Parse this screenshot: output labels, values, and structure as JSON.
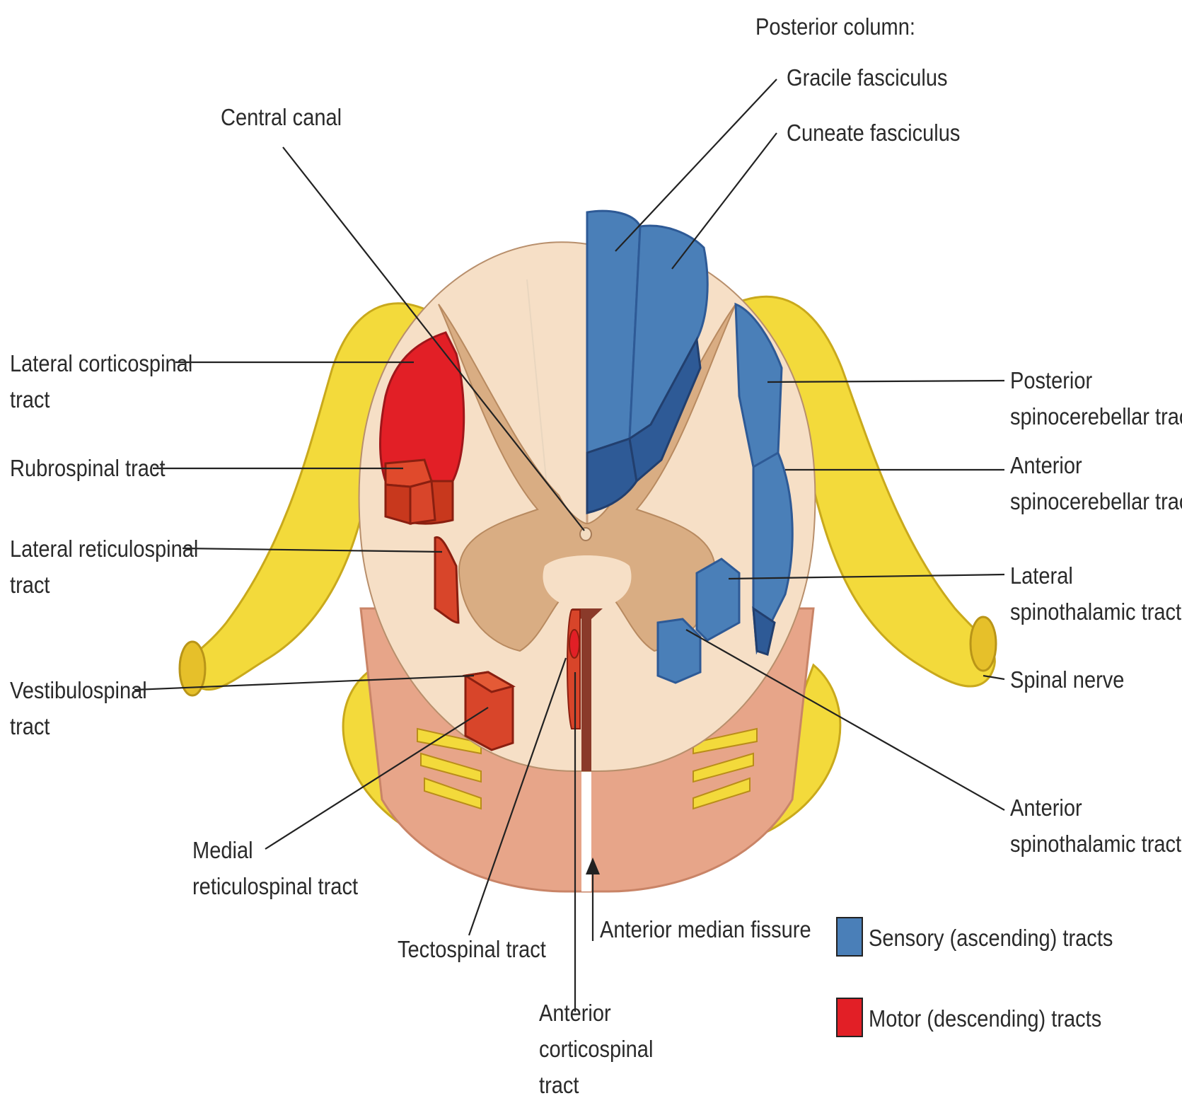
{
  "labels": {
    "posterior_column": "Posterior column:",
    "gracile_fasciculus": "Gracile fasciculus",
    "cuneate_fasciculus": "Cuneate fasciculus",
    "central_canal": "Central canal",
    "lateral_corticospinal": "Lateral corticospinal\ntract",
    "rubrospinal": "Rubrospinal tract",
    "lateral_reticulospinal": "Lateral reticulospinal\ntract",
    "vestibulospinal": "Vestibulospinal\ntract",
    "medial_reticulospinal": "Medial\nreticulospinal tract",
    "tectospinal": "Tectospinal tract",
    "anterior_corticospinal": "Anterior\ncorticospinal\ntract",
    "anterior_median_fissure": "Anterior median fissure",
    "posterior_spinocerebellar": "Posterior\nspinocerebellar tract",
    "anterior_spinocerebellar": "Anterior\nspinocerebellar tract",
    "lateral_spinothalamic": "Lateral\nspinothalamic tract",
    "spinal_nerve": "Spinal nerve",
    "anterior_spinothalamic": "Anterior\nspinothalamic tract"
  },
  "legend": {
    "sensory": {
      "label": "Sensory (ascending) tracts",
      "color": "#4a7fb8"
    },
    "motor": {
      "label": "Motor (descending) tracts",
      "color": "#e21f26"
    }
  },
  "colors": {
    "white_matter": "#f6dfc6",
    "gray_matter": "#d9ad83",
    "meninges": "#e7a589",
    "nerve": "#f3da3b",
    "motor_tract": "#e21f26",
    "motor_tract_dark": "#c8381d",
    "sensory_tract": "#4a7fb8",
    "sensory_tract_dark": "#2e5a96"
  }
}
